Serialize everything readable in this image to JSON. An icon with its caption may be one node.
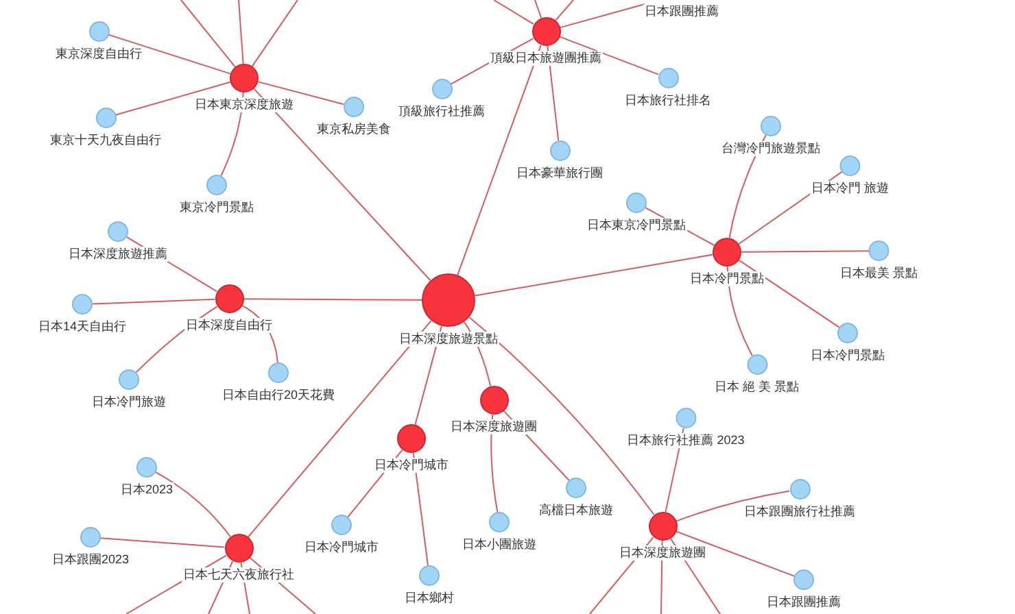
{
  "diagram": {
    "nodes": [
      {
        "text": [
          "日本跟團推薦"
        ]
      },
      {
        "text": [
          "東京深度自由行"
        ]
      },
      {
        "text": [
          "頂級日本旅遊團推薦"
        ]
      },
      {
        "text": [
          "日本東京深度旅遊"
        ]
      },
      {
        "text": [
          "日本旅行社排名"
        ]
      },
      {
        "text": [
          "頂級旅行社推薦"
        ]
      },
      {
        "text": [
          "東京私房美食"
        ]
      },
      {
        "text": [
          "東京十天九夜自由行"
        ]
      },
      {
        "text": [
          "台灣冷門旅遊景點"
        ]
      },
      {
        "text": [
          "日本豪華旅行團"
        ]
      },
      {
        "text": [
          "日本冷門 旅遊"
        ]
      },
      {
        "text": [
          "東京冷門景點"
        ]
      },
      {
        "text": [
          "日本東京冷門景點"
        ]
      },
      {
        "text": [
          "日本深度旅遊推薦"
        ]
      },
      {
        "text": [
          "日本冷門景點"
        ]
      },
      {
        "text": [
          "日本最美 景點"
        ]
      },
      {
        "text": [
          "日本深度自由行"
        ]
      },
      {
        "text": [
          "日本深度旅遊景點"
        ]
      },
      {
        "text": [
          "日本14天自由行"
        ]
      },
      {
        "text": [
          "日本冷門景點"
        ]
      },
      {
        "text": [
          "日本 絕 美 景點"
        ]
      },
      {
        "text": [
          "日本自由行20天花費"
        ]
      },
      {
        "text": [
          "日本冷門旅遊"
        ]
      },
      {
        "text": [
          "日本深度旅遊團"
        ]
      },
      {
        "text": [
          "日本旅行社推薦 2023"
        ]
      },
      {
        "text": [
          "日本冷門城市"
        ]
      },
      {
        "text": [
          "日本2023"
        ]
      },
      {
        "text": [
          "高檔日本旅遊"
        ]
      },
      {
        "text": [
          "日本跟團旅行社推薦"
        ]
      },
      {
        "text": [
          "日本冷門城市"
        ]
      },
      {
        "text": [
          "日本小團旅遊"
        ]
      },
      {
        "text": [
          "日本深度旅遊團"
        ]
      },
      {
        "text": [
          "日本跟團2023"
        ]
      },
      {
        "text": [
          "日本七天六夜旅行社"
        ]
      },
      {
        "text": [
          "日本鄉村"
        ]
      },
      {
        "text": [
          "日本跟團推薦"
        ]
      }
    ],
    "edges": [
      {
        "from": 17,
        "to": 3,
        "arrow": "none"
      },
      {
        "from": 17,
        "to": 2,
        "arrow": "none"
      },
      {
        "from": 17,
        "to": 14,
        "arrow": "none"
      },
      {
        "from": 17,
        "to": 16,
        "arrow": "none"
      },
      {
        "from": 17,
        "to": 33,
        "arrow": "none"
      },
      {
        "from": 17,
        "to": 25,
        "arrow": "none"
      },
      {
        "from": 17,
        "to": 23,
        "arrow": "none"
      },
      {
        "from": 17,
        "to": 31,
        "arrow": "none"
      },
      {
        "from": 3,
        "to": 1,
        "arrow": "none"
      },
      {
        "from": 3,
        "to": 7,
        "arrow": "none"
      },
      {
        "from": 3,
        "to": 11,
        "arrow": "none"
      },
      {
        "from": 3,
        "to": 6,
        "arrow": "none"
      },
      {
        "from": 3,
        "to": null,
        "arrow": "none"
      },
      {
        "from": 3,
        "to": null,
        "arrow": "none"
      },
      {
        "from": 3,
        "to": null,
        "arrow": "none"
      },
      {
        "from": 2,
        "to": 0,
        "arrow": "none"
      },
      {
        "from": 2,
        "to": 5,
        "arrow": "none"
      },
      {
        "from": 2,
        "to": 9,
        "arrow": "none"
      },
      {
        "from": 2,
        "to": 4,
        "arrow": "none"
      },
      {
        "from": 2,
        "to": null,
        "arrow": "none"
      },
      {
        "from": 2,
        "to": null,
        "arrow": "none"
      },
      {
        "from": 2,
        "to": null,
        "arrow": "none"
      },
      {
        "from": 14,
        "to": 8,
        "arrow": "none"
      },
      {
        "from": 14,
        "to": 10,
        "arrow": "none"
      },
      {
        "from": 14,
        "to": 15,
        "arrow": "none"
      },
      {
        "from": 14,
        "to": 19,
        "arrow": "none"
      },
      {
        "from": 14,
        "to": 20,
        "arrow": "none"
      },
      {
        "from": 14,
        "to": 12,
        "arrow": "none"
      },
      {
        "from": 16,
        "to": 13,
        "arrow": "none"
      },
      {
        "from": 16,
        "to": 18,
        "arrow": "none"
      },
      {
        "from": 16,
        "to": 22,
        "arrow": "none"
      },
      {
        "from": 16,
        "to": 21,
        "arrow": "none"
      },
      {
        "from": 25,
        "to": 29,
        "arrow": "none"
      },
      {
        "from": 25,
        "to": 34,
        "arrow": "none"
      },
      {
        "from": 23,
        "to": 30,
        "arrow": "none"
      },
      {
        "from": 23,
        "to": 27,
        "arrow": "none"
      },
      {
        "from": 31,
        "to": 24,
        "arrow": "none"
      },
      {
        "from": 31,
        "to": 28,
        "arrow": "none"
      },
      {
        "from": 31,
        "to": 35,
        "arrow": "none"
      },
      {
        "from": 31,
        "to": null,
        "arrow": "none"
      },
      {
        "from": 31,
        "to": null,
        "arrow": "none"
      },
      {
        "from": 31,
        "to": null,
        "arrow": "none"
      },
      {
        "from": 33,
        "to": 26,
        "arrow": "none"
      },
      {
        "from": 33,
        "to": 32,
        "arrow": "none"
      },
      {
        "from": 33,
        "to": null,
        "arrow": "none"
      },
      {
        "from": 33,
        "to": null,
        "arrow": "none"
      },
      {
        "from": 33,
        "to": null,
        "arrow": "none"
      },
      {
        "from": 33,
        "to": null,
        "arrow": "none"
      }
    ]
  }
}
